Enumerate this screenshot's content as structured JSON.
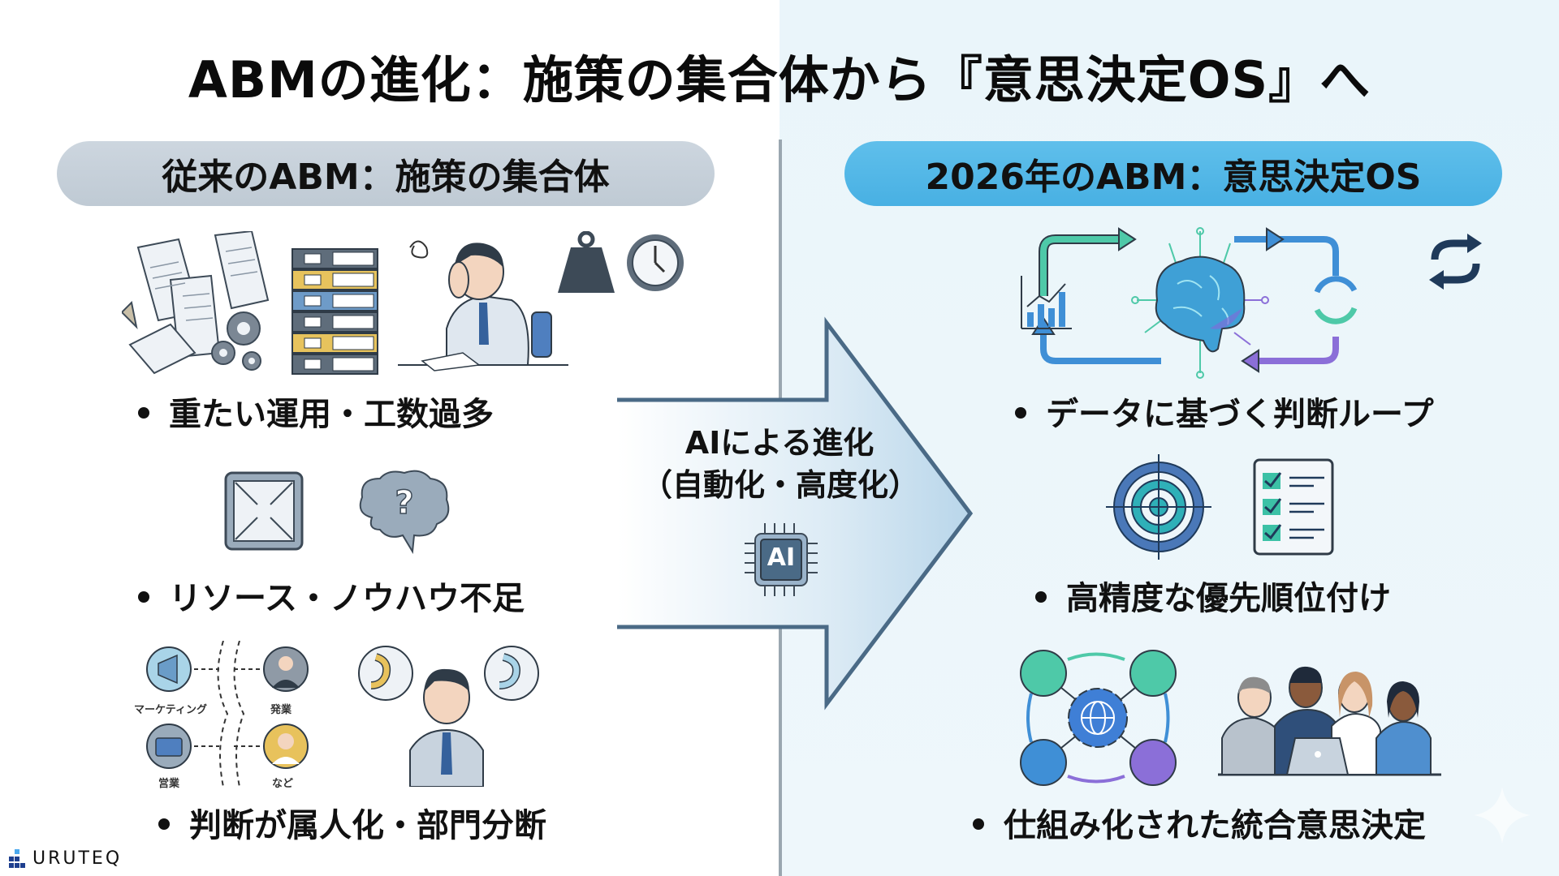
{
  "title": "ABMの進化：施策の集合体から『意思決定OS』へ",
  "left": {
    "header": "従来のABM：施策の集合体",
    "bullets": [
      "重たい運用・工数過多",
      "リソース・ノウハウ不足",
      "判断が属人化・部門分断"
    ],
    "department_labels": [
      "マーケティング",
      "発業",
      "営業",
      "など"
    ]
  },
  "right": {
    "header": "2026年のABM：意思決定OS",
    "bullets": [
      "データに基づく判断ループ",
      "高精度な優先順位付け",
      "仕組み化された統合意思決定"
    ]
  },
  "arrow": {
    "line1": "AIによる進化",
    "line2": "（自動化・高度化）",
    "chip_label": "AI"
  },
  "logo": {
    "text": "URUTEQ"
  },
  "colors": {
    "left_pill": "#c4ced8",
    "right_pill": "#4fb4e6",
    "arrow_stroke": "#4a6a86",
    "accent_teal": "#3cc1a6",
    "accent_blue": "#3f8fd6",
    "accent_purple": "#8b6fd8",
    "gold": "#e8c25c"
  }
}
